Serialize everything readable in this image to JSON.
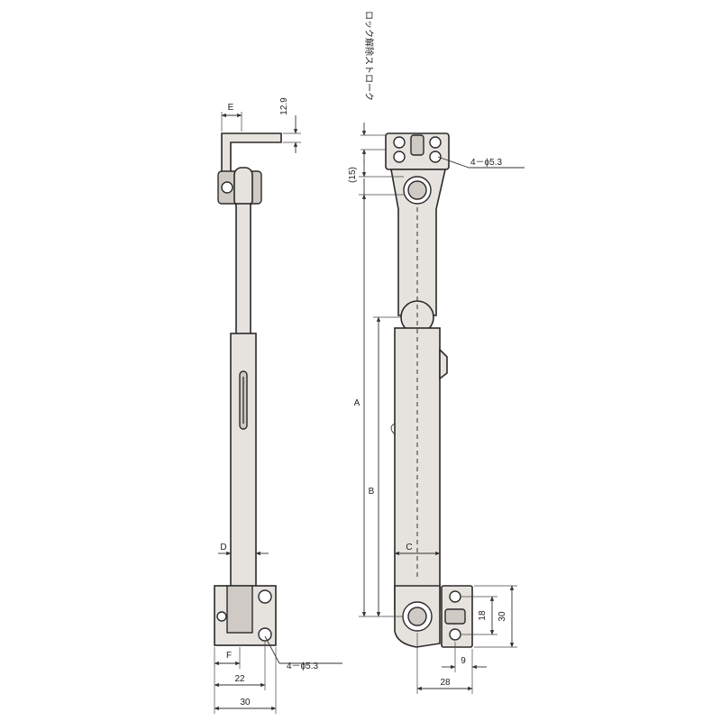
{
  "labels": {
    "e": "E",
    "dim_12_9": "12.9",
    "lock_stroke": "ロック解除ストローク",
    "dim_15": "(15)",
    "holes_top": "4－ϕ5.3",
    "a": "A",
    "b": "B",
    "c": "C",
    "d": "D",
    "f": "F",
    "dim_22": "22",
    "dim_30_bottom": "30",
    "holes_bottom": "4－ϕ5.3",
    "dim_18": "18",
    "dim_30_right": "30",
    "dim_9": "9",
    "dim_28": "28"
  }
}
